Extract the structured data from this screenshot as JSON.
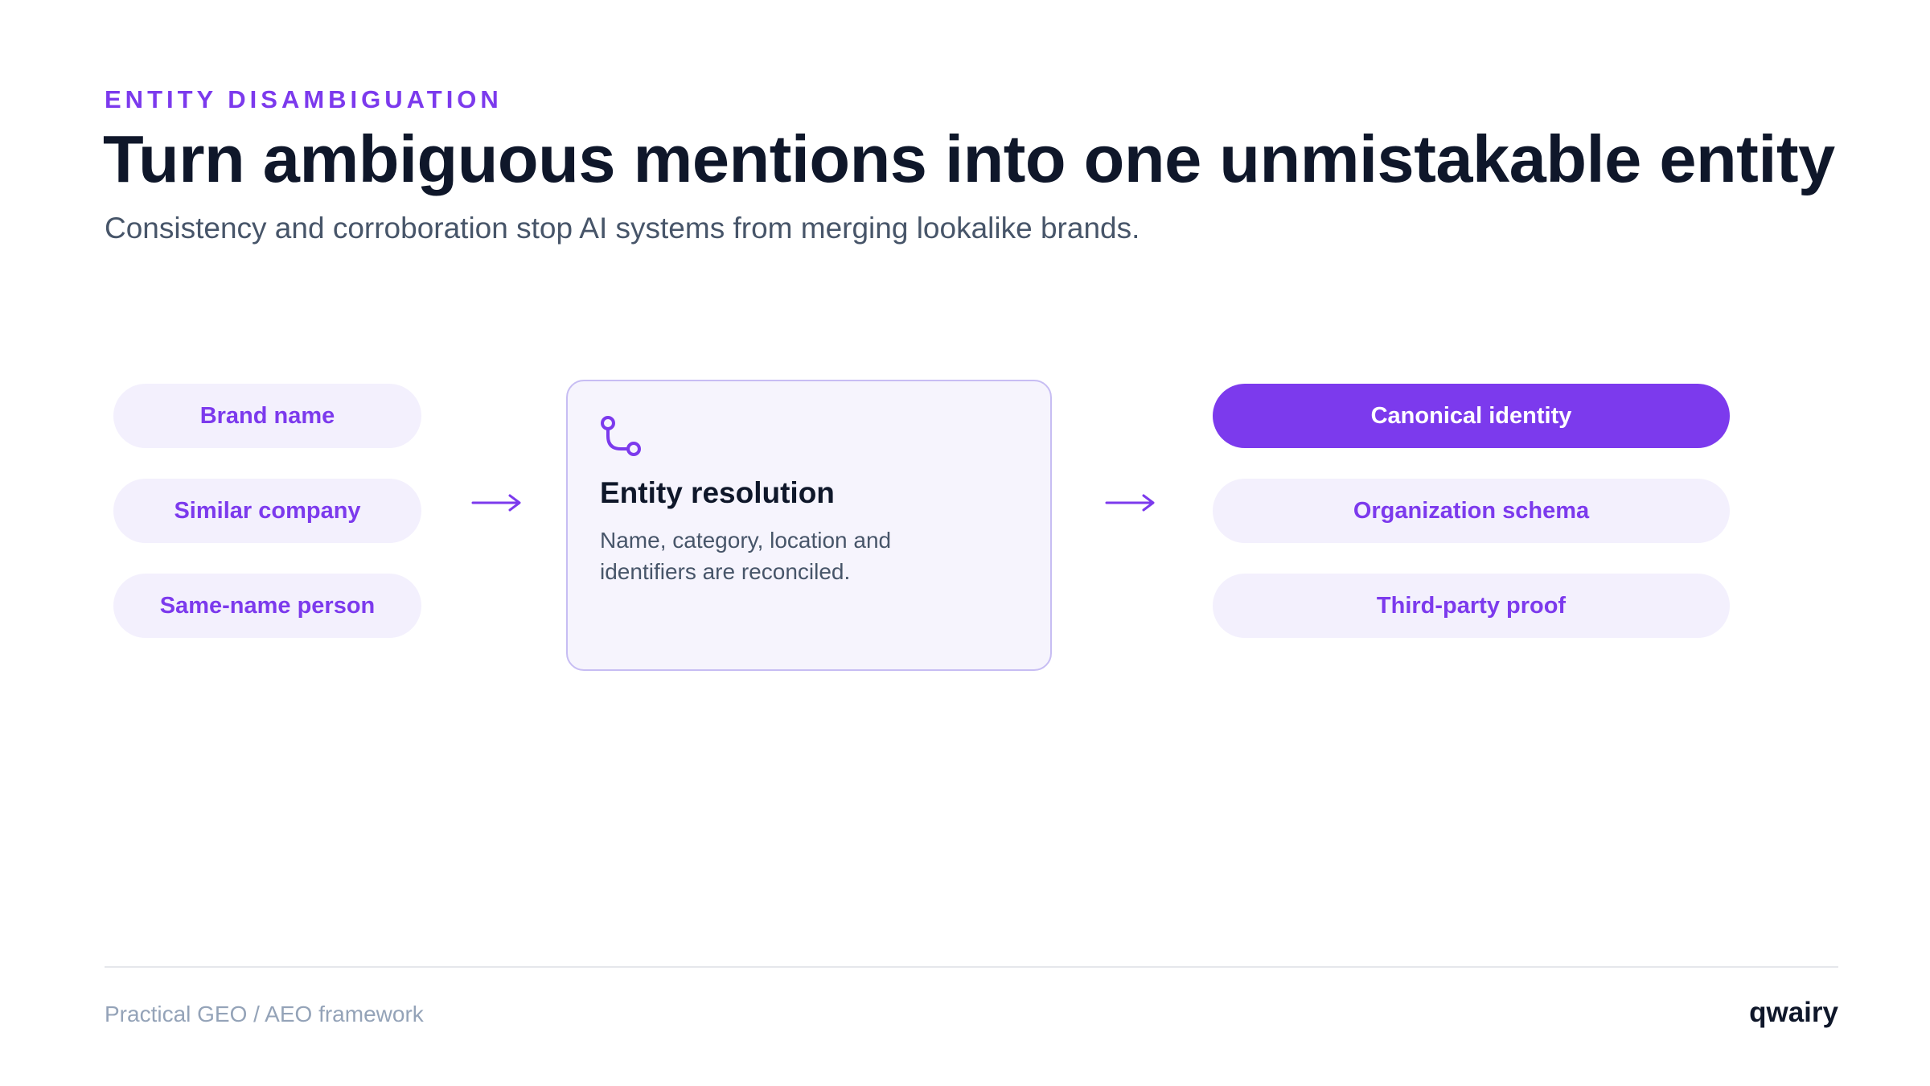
{
  "header": {
    "eyebrow": "ENTITY DISAMBIGUATION",
    "title": "Turn ambiguous mentions into one unmistakable entity",
    "subtitle": "Consistency and corroboration stop AI systems from merging lookalike brands."
  },
  "diagram": {
    "inputs": [
      {
        "label": "Brand name"
      },
      {
        "label": "Similar company"
      },
      {
        "label": "Same-name person"
      }
    ],
    "process": {
      "icon": "route-icon",
      "title": "Entity resolution",
      "description": "Name, category, location and identifiers are reconciled."
    },
    "outputs": [
      {
        "label": "Canonical identity",
        "highlighted": true
      },
      {
        "label": "Organization schema",
        "highlighted": false
      },
      {
        "label": "Third-party proof",
        "highlighted": false
      }
    ],
    "arrow_icon": "arrow-right-icon"
  },
  "footer": {
    "caption": "Practical GEO / AEO framework",
    "brand": "qwairy"
  },
  "colors": {
    "accent": "#7c3aed",
    "pill_background": "#f3f0fd",
    "box_background": "#f6f4fd",
    "box_border": "#c7bdf3",
    "heading": "#0f172a",
    "body": "#475569",
    "muted": "#94a3b8"
  }
}
